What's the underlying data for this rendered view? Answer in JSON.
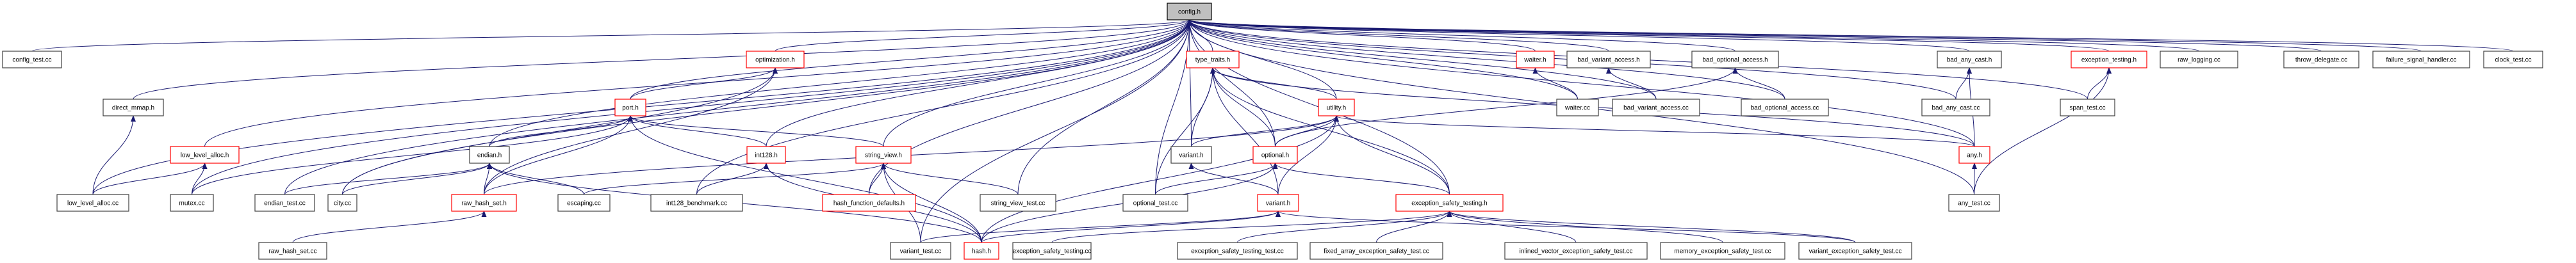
{
  "graph": {
    "title": "config.h include dependency graph",
    "edge_color": "#191970",
    "incomplete_border_color": "#ff0000",
    "root_fill_color": "#bfbfbf",
    "nodes": [
      {
        "id": "config_h",
        "label": "config.h",
        "style": "root"
      },
      {
        "id": "config_test_cc",
        "label": "config_test.cc",
        "style": "normal"
      },
      {
        "id": "direct_mmap_h",
        "label": "direct_mmap.h",
        "style": "normal"
      },
      {
        "id": "low_level_alloc_h",
        "label": "low_level_alloc.h",
        "style": "incomplete"
      },
      {
        "id": "low_level_alloc_cc",
        "label": "low_level_alloc.cc",
        "style": "normal"
      },
      {
        "id": "mutex_cc",
        "label": "mutex.cc",
        "style": "normal"
      },
      {
        "id": "endian_test_cc",
        "label": "endian_test.cc",
        "style": "normal"
      },
      {
        "id": "city_cc",
        "label": "city.cc",
        "style": "normal"
      },
      {
        "id": "endian_h",
        "label": "endian.h",
        "style": "normal"
      },
      {
        "id": "raw_hash_set_h",
        "label": "raw_hash_set.h",
        "style": "incomplete"
      },
      {
        "id": "raw_hash_set_cc",
        "label": "raw_hash_set.cc",
        "style": "normal"
      },
      {
        "id": "escaping_cc",
        "label": "escaping.cc",
        "style": "normal"
      },
      {
        "id": "port_h",
        "label": "port.h",
        "style": "incomplete"
      },
      {
        "id": "int128_benchmark_cc",
        "label": "int128_benchmark.cc",
        "style": "normal"
      },
      {
        "id": "optimization_h",
        "label": "optimization.h",
        "style": "incomplete"
      },
      {
        "id": "int128_h",
        "label": "int128.h",
        "style": "incomplete"
      },
      {
        "id": "string_view_h",
        "label": "string_view.h",
        "style": "incomplete"
      },
      {
        "id": "hash_function_defaults_h",
        "label": "hash_function_defaults.h",
        "style": "incomplete"
      },
      {
        "id": "string_view_test_cc",
        "label": "string_view_test.cc",
        "style": "normal"
      },
      {
        "id": "optional_test_cc",
        "label": "optional_test.cc",
        "style": "normal"
      },
      {
        "id": "variant_test_cc",
        "label": "variant_test.cc",
        "style": "normal"
      },
      {
        "id": "hash_h",
        "label": "hash.h",
        "style": "incomplete"
      },
      {
        "id": "exception_safety_testing_cc",
        "label": "exception_safety_testing.cc",
        "style": "normal"
      },
      {
        "id": "type_traits_h",
        "label": "type_traits.h",
        "style": "incomplete"
      },
      {
        "id": "variant_h_internal",
        "label": "variant.h",
        "style": "normal"
      },
      {
        "id": "optional_h",
        "label": "optional.h",
        "style": "incomplete"
      },
      {
        "id": "utility_h",
        "label": "utility.h",
        "style": "incomplete"
      },
      {
        "id": "variant_h",
        "label": "variant.h",
        "style": "incomplete"
      },
      {
        "id": "exception_safety_testing_h",
        "label": "exception_safety_testing.h",
        "style": "incomplete"
      },
      {
        "id": "exception_safety_testing_test_cc",
        "label": "exception_safety_testing_test.cc",
        "style": "normal"
      },
      {
        "id": "fixed_array_exception_safety_test_cc",
        "label": "fixed_array_exception_safety_test.cc",
        "style": "normal"
      },
      {
        "id": "inlined_vector_exception_safety_test_cc",
        "label": "inlined_vector_exception_safety_test.cc",
        "style": "normal"
      },
      {
        "id": "memory_exception_safety_test_cc",
        "label": "memory_exception_safety_test.cc",
        "style": "normal"
      },
      {
        "id": "variant_exception_safety_test_cc",
        "label": "variant_exception_safety_test.cc",
        "style": "normal"
      },
      {
        "id": "waiter_h",
        "label": "waiter.h",
        "style": "incomplete"
      },
      {
        "id": "waiter_cc",
        "label": "waiter.cc",
        "style": "normal"
      },
      {
        "id": "bad_variant_access_h",
        "label": "bad_variant_access.h",
        "style": "normal"
      },
      {
        "id": "bad_variant_access_cc",
        "label": "bad_variant_access.cc",
        "style": "normal"
      },
      {
        "id": "bad_optional_access_h",
        "label": "bad_optional_access.h",
        "style": "normal"
      },
      {
        "id": "bad_optional_access_cc",
        "label": "bad_optional_access.cc",
        "style": "normal"
      },
      {
        "id": "bad_any_cast_h",
        "label": "bad_any_cast.h",
        "style": "normal"
      },
      {
        "id": "bad_any_cast_cc",
        "label": "bad_any_cast.cc",
        "style": "normal"
      },
      {
        "id": "any_h",
        "label": "any.h",
        "style": "incomplete"
      },
      {
        "id": "any_test_cc",
        "label": "any_test.cc",
        "style": "normal"
      },
      {
        "id": "exception_testing_h",
        "label": "exception_testing.h",
        "style": "incomplete"
      },
      {
        "id": "span_test_cc",
        "label": "span_test.cc",
        "style": "normal"
      },
      {
        "id": "raw_logging_cc",
        "label": "raw_logging.cc",
        "style": "normal"
      },
      {
        "id": "throw_delegate_cc",
        "label": "throw_delegate.cc",
        "style": "normal"
      },
      {
        "id": "failure_signal_handler_cc",
        "label": "failure_signal_handler.cc",
        "style": "normal"
      },
      {
        "id": "clock_test_cc",
        "label": "clock_test.cc",
        "style": "normal"
      }
    ],
    "edges": [
      [
        "config_test_cc",
        "config_h"
      ],
      [
        "direct_mmap_h",
        "config_h"
      ],
      [
        "low_level_alloc_h",
        "config_h"
      ],
      [
        "low_level_alloc_cc",
        "config_h"
      ],
      [
        "low_level_alloc_cc",
        "direct_mmap_h"
      ],
      [
        "low_level_alloc_cc",
        "low_level_alloc_h"
      ],
      [
        "mutex_cc",
        "low_level_alloc_h"
      ],
      [
        "mutex_cc",
        "config_h"
      ],
      [
        "mutex_cc",
        "port_h"
      ],
      [
        "endian_test_cc",
        "endian_h"
      ],
      [
        "endian_test_cc",
        "config_h"
      ],
      [
        "city_cc",
        "endian_h"
      ],
      [
        "city_cc",
        "config_h"
      ],
      [
        "city_cc",
        "optimization_h"
      ],
      [
        "endian_h",
        "config_h"
      ],
      [
        "endian_h",
        "port_h"
      ],
      [
        "raw_hash_set_h",
        "endian_h"
      ],
      [
        "raw_hash_set_h",
        "port_h"
      ],
      [
        "raw_hash_set_h",
        "optimization_h"
      ],
      [
        "raw_hash_set_h",
        "utility_h"
      ],
      [
        "raw_hash_set_cc",
        "raw_hash_set_h"
      ],
      [
        "escaping_cc",
        "endian_h"
      ],
      [
        "escaping_cc",
        "string_view_h"
      ],
      [
        "port_h",
        "config_h"
      ],
      [
        "port_h",
        "optimization_h"
      ],
      [
        "int128_h",
        "port_h"
      ],
      [
        "int128_h",
        "config_h"
      ],
      [
        "int128_benchmark_cc",
        "int128_h"
      ],
      [
        "int128_benchmark_cc",
        "config_h"
      ],
      [
        "optimization_h",
        "config_h"
      ],
      [
        "string_view_h",
        "config_h"
      ],
      [
        "string_view_h",
        "port_h"
      ],
      [
        "hash_function_defaults_h",
        "string_view_h"
      ],
      [
        "hash_function_defaults_h",
        "config_h"
      ],
      [
        "string_view_test_cc",
        "string_view_h"
      ],
      [
        "string_view_test_cc",
        "config_h"
      ],
      [
        "optional_test_cc",
        "optional_h"
      ],
      [
        "optional_test_cc",
        "type_traits_h"
      ],
      [
        "optional_test_cc",
        "config_h"
      ],
      [
        "variant_test_cc",
        "string_view_h"
      ],
      [
        "variant_test_cc",
        "variant_h"
      ],
      [
        "variant_test_cc",
        "config_h"
      ],
      [
        "hash_h",
        "int128_h"
      ],
      [
        "hash_h",
        "string_view_h"
      ],
      [
        "hash_h",
        "port_h"
      ],
      [
        "hash_h",
        "optional_h"
      ],
      [
        "hash_h",
        "variant_h"
      ],
      [
        "hash_h",
        "utility_h"
      ],
      [
        "hash_h",
        "endian_h"
      ],
      [
        "exception_safety_testing_cc",
        "exception_safety_testing_h"
      ],
      [
        "type_traits_h",
        "config_h"
      ],
      [
        "variant_h_internal",
        "type_traits_h"
      ],
      [
        "variant_h_internal",
        "utility_h"
      ],
      [
        "variant_h_internal",
        "config_h"
      ],
      [
        "optional_h",
        "type_traits_h"
      ],
      [
        "optional_h",
        "utility_h"
      ],
      [
        "optional_h",
        "config_h"
      ],
      [
        "utility_h",
        "type_traits_h"
      ],
      [
        "utility_h",
        "config_h"
      ],
      [
        "variant_h",
        "variant_h_internal"
      ],
      [
        "variant_h",
        "type_traits_h"
      ],
      [
        "variant_h",
        "utility_h"
      ],
      [
        "exception_safety_testing_h",
        "utility_h"
      ],
      [
        "exception_safety_testing_h",
        "type_traits_h"
      ],
      [
        "exception_safety_testing_h",
        "config_h"
      ],
      [
        "exception_safety_testing_h",
        "optional_h"
      ],
      [
        "exception_safety_testing_test_cc",
        "exception_safety_testing_h"
      ],
      [
        "fixed_array_exception_safety_test_cc",
        "exception_safety_testing_h"
      ],
      [
        "inlined_vector_exception_safety_test_cc",
        "exception_safety_testing_h"
      ],
      [
        "memory_exception_safety_test_cc",
        "exception_safety_testing_h"
      ],
      [
        "variant_exception_safety_test_cc",
        "exception_safety_testing_h"
      ],
      [
        "variant_exception_safety_test_cc",
        "variant_h"
      ],
      [
        "waiter_h",
        "config_h"
      ],
      [
        "waiter_cc",
        "waiter_h"
      ],
      [
        "waiter_cc",
        "config_h"
      ],
      [
        "bad_variant_access_h",
        "config_h"
      ],
      [
        "bad_variant_access_cc",
        "bad_variant_access_h"
      ],
      [
        "bad_variant_access_cc",
        "config_h"
      ],
      [
        "bad_optional_access_h",
        "config_h"
      ],
      [
        "optional_h",
        "bad_optional_access_h"
      ],
      [
        "bad_optional_access_cc",
        "bad_optional_access_h"
      ],
      [
        "bad_optional_access_cc",
        "config_h"
      ],
      [
        "bad_any_cast_h",
        "config_h"
      ],
      [
        "bad_any_cast_cc",
        "bad_any_cast_h"
      ],
      [
        "bad_any_cast_cc",
        "config_h"
      ],
      [
        "any_h",
        "bad_any_cast_h"
      ],
      [
        "any_h",
        "config_h"
      ],
      [
        "any_h",
        "type_traits_h"
      ],
      [
        "any_h",
        "utility_h"
      ],
      [
        "any_test_cc",
        "any_h"
      ],
      [
        "any_test_cc",
        "exception_testing_h"
      ],
      [
        "any_test_cc",
        "config_h"
      ],
      [
        "exception_testing_h",
        "config_h"
      ],
      [
        "span_test_cc",
        "exception_testing_h"
      ],
      [
        "span_test_cc",
        "config_h"
      ],
      [
        "raw_logging_cc",
        "config_h"
      ],
      [
        "throw_delegate_cc",
        "config_h"
      ],
      [
        "failure_signal_handler_cc",
        "config_h"
      ],
      [
        "clock_test_cc",
        "config_h"
      ]
    ]
  }
}
